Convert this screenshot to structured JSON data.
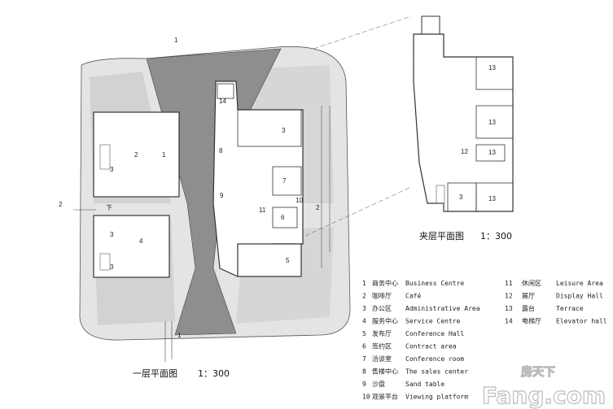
{
  "ground_plan": {
    "title": "一层平面图",
    "scale": "1：300",
    "section_marks": [
      "1",
      "2",
      "1",
      "2"
    ],
    "stair_label": "下",
    "room_labels": [
      "14",
      "8",
      "9",
      "11",
      "3",
      "7",
      "10",
      "6",
      "5",
      "2",
      "1",
      "3",
      "3",
      "4",
      "3"
    ]
  },
  "mezzanine_plan": {
    "title": "夹层平面图",
    "scale": "1：300",
    "room_labels": [
      "13",
      "13",
      "12",
      "13",
      "3",
      "13"
    ]
  },
  "legend": [
    {
      "num": "1",
      "cn": "商务中心",
      "en": "Business Centre"
    },
    {
      "num": "2",
      "cn": "咖啡厅",
      "en": "Café"
    },
    {
      "num": "3",
      "cn": "办公区",
      "en": "Administrative Area"
    },
    {
      "num": "4",
      "cn": "服务中心",
      "en": "Service Centre"
    },
    {
      "num": "5",
      "cn": "发布厅",
      "en": "Conference Hall"
    },
    {
      "num": "6",
      "cn": "签约区",
      "en": "Contract area"
    },
    {
      "num": "7",
      "cn": "洽谈室",
      "en": "Conference room"
    },
    {
      "num": "8",
      "cn": "售楼中心",
      "en": "The sales center"
    },
    {
      "num": "9",
      "cn": "沙盘",
      "en": "Sand table"
    },
    {
      "num": "10",
      "cn": "观景平台",
      "en": "Viewing platform"
    },
    {
      "num": "11",
      "cn": "休闲区",
      "en": "Leisure Area"
    },
    {
      "num": "12",
      "cn": "展厅",
      "en": "Display Hall"
    },
    {
      "num": "13",
      "cn": "露台",
      "en": "Terrace"
    },
    {
      "num": "14",
      "cn": "电梯厅",
      "en": "Elevator hall"
    }
  ],
  "watermark": {
    "cn": "房天下",
    "en": "Fang.com"
  }
}
